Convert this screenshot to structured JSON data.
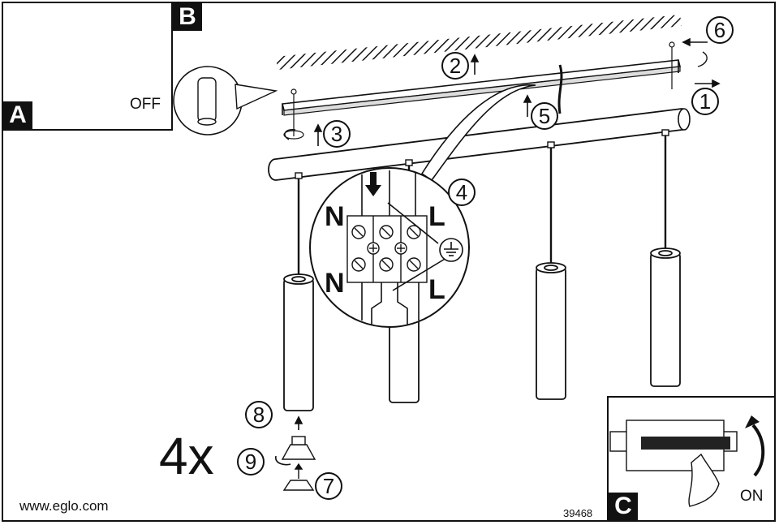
{
  "panels": {
    "a": {
      "badge": "A",
      "switch_label": "OFF"
    },
    "b": {
      "badge": "B"
    },
    "c": {
      "badge": "C",
      "switch_label": "ON"
    }
  },
  "steps": [
    "1",
    "2",
    "3",
    "4",
    "5",
    "6",
    "7",
    "8",
    "9"
  ],
  "terminal_labels": {
    "top_left": "N",
    "top_right": "L",
    "bottom_left": "N",
    "bottom_right": "L"
  },
  "quantity": "4x",
  "footer": {
    "website": "www.eglo.com",
    "product_code": "39468"
  }
}
